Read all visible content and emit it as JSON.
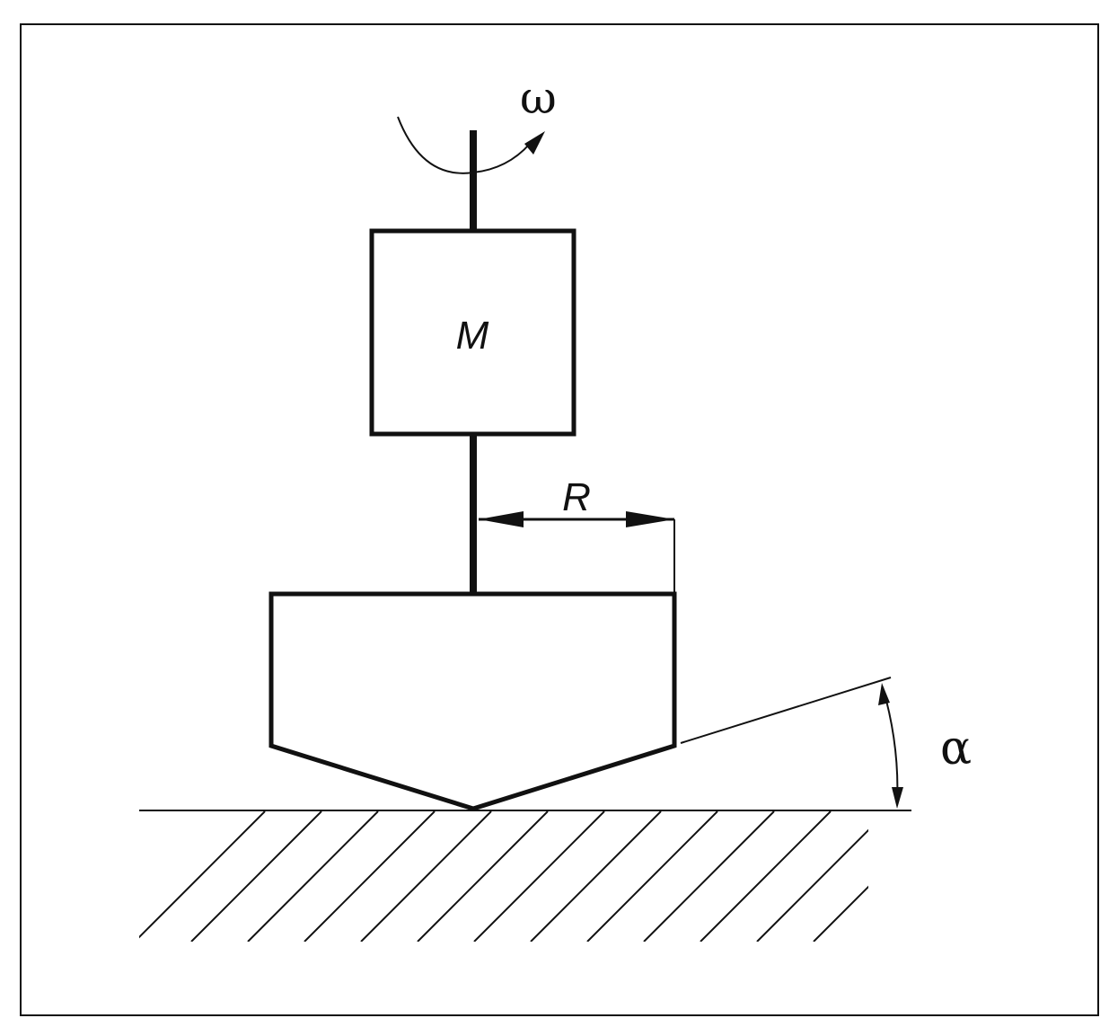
{
  "labels": {
    "omega": "ω",
    "mass": "M",
    "radius": "R",
    "alpha": "α"
  },
  "colors": {
    "ink": "#111111",
    "background": "#ffffff"
  }
}
